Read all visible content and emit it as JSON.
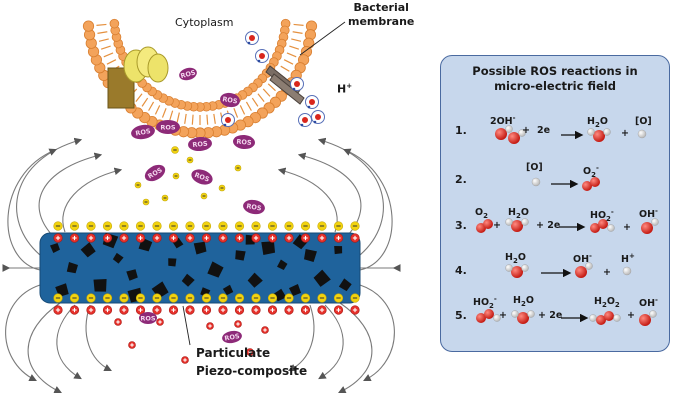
{
  "labels": {
    "cytoplasm": "Cytoplasm",
    "bacterial_membrane": [
      "Bacterial",
      "membrane"
    ],
    "particulate": [
      "Particulate",
      "Piezo-composite"
    ],
    "h_plus": "H",
    "ros": "ROS"
  },
  "panel": {
    "title": [
      "Possible ROS  reactions in",
      "micro-electric field"
    ],
    "reactions": [
      {
        "num": "1.",
        "terms": [
          "2OH",
          "+",
          "2e",
          "H",
          "O",
          "+",
          "[O]"
        ]
      },
      {
        "num": "2.",
        "terms": [
          "[O]",
          "O"
        ]
      },
      {
        "num": "3.",
        "terms": [
          "O",
          "+",
          "H",
          "O",
          "+ 2e",
          "HO",
          "+",
          "OH"
        ]
      },
      {
        "num": "4.",
        "terms": [
          "H",
          "O",
          "OH",
          "+",
          "H"
        ]
      },
      {
        "num": "5.",
        "terms": [
          "HO",
          "+",
          "H",
          "O",
          "+ 2e",
          "H",
          "O",
          "+",
          "OH"
        ]
      }
    ]
  },
  "colors": {
    "lipid_head": "#f3a35b",
    "piezo_body": "#1f639c",
    "ros_ellipse": "#8d2a78",
    "panel_bg": "#c7d7ec",
    "oxygen": "#d9261c",
    "negative_charge": "#f2d30f",
    "positive_charge": "#e6302a"
  }
}
